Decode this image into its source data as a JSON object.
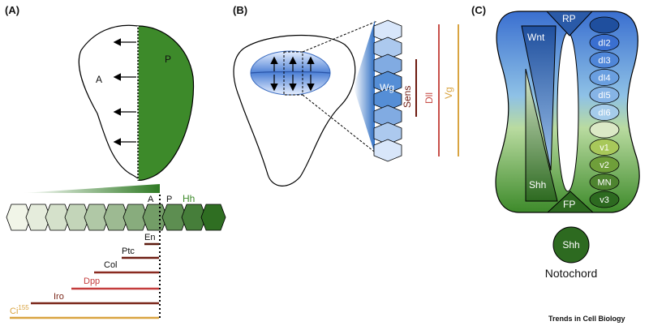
{
  "panel_labels": {
    "a": "(A)",
    "b": "(B)",
    "c": "(C)"
  },
  "panel_a": {
    "compartments": {
      "anterior": "A",
      "posterior": "P"
    },
    "strip_labels": {
      "anterior": "A",
      "posterior": "P",
      "signal": "Hh"
    },
    "genes": [
      {
        "name": "En",
        "color": "#5c1a0e"
      },
      {
        "name": "Ptc",
        "color": "#6e1f14"
      },
      {
        "name": "Col",
        "color": "#8a2a20"
      },
      {
        "name": "Dpp",
        "color": "#c43c3c"
      },
      {
        "name": "Iro",
        "color": "#7a2618"
      },
      {
        "name": "Ci",
        "superscript": "155",
        "color": "#d9a441"
      }
    ],
    "colors": {
      "posterior": "#3d8a2a",
      "hh": "#3d8a2a"
    }
  },
  "panel_b": {
    "signal": "Wg",
    "genes": [
      {
        "name": "Sens",
        "color": "#6e1a10"
      },
      {
        "name": "Dll",
        "color": "#c8504a"
      },
      {
        "name": "Vg",
        "color": "#d9a441"
      }
    ]
  },
  "panel_c": {
    "gradients": {
      "dorsal": "Wnt",
      "ventral": "Shh"
    },
    "roof_plate": "RP",
    "floor_plate": "FP",
    "domains": [
      "dI2",
      "dI3",
      "dI4",
      "dI5",
      "dI6",
      "v1",
      "v2",
      "MN",
      "v3"
    ],
    "notochord_signal": "Shh",
    "notochord_label": "Notochord"
  },
  "credit": "Trends in Cell Biology"
}
